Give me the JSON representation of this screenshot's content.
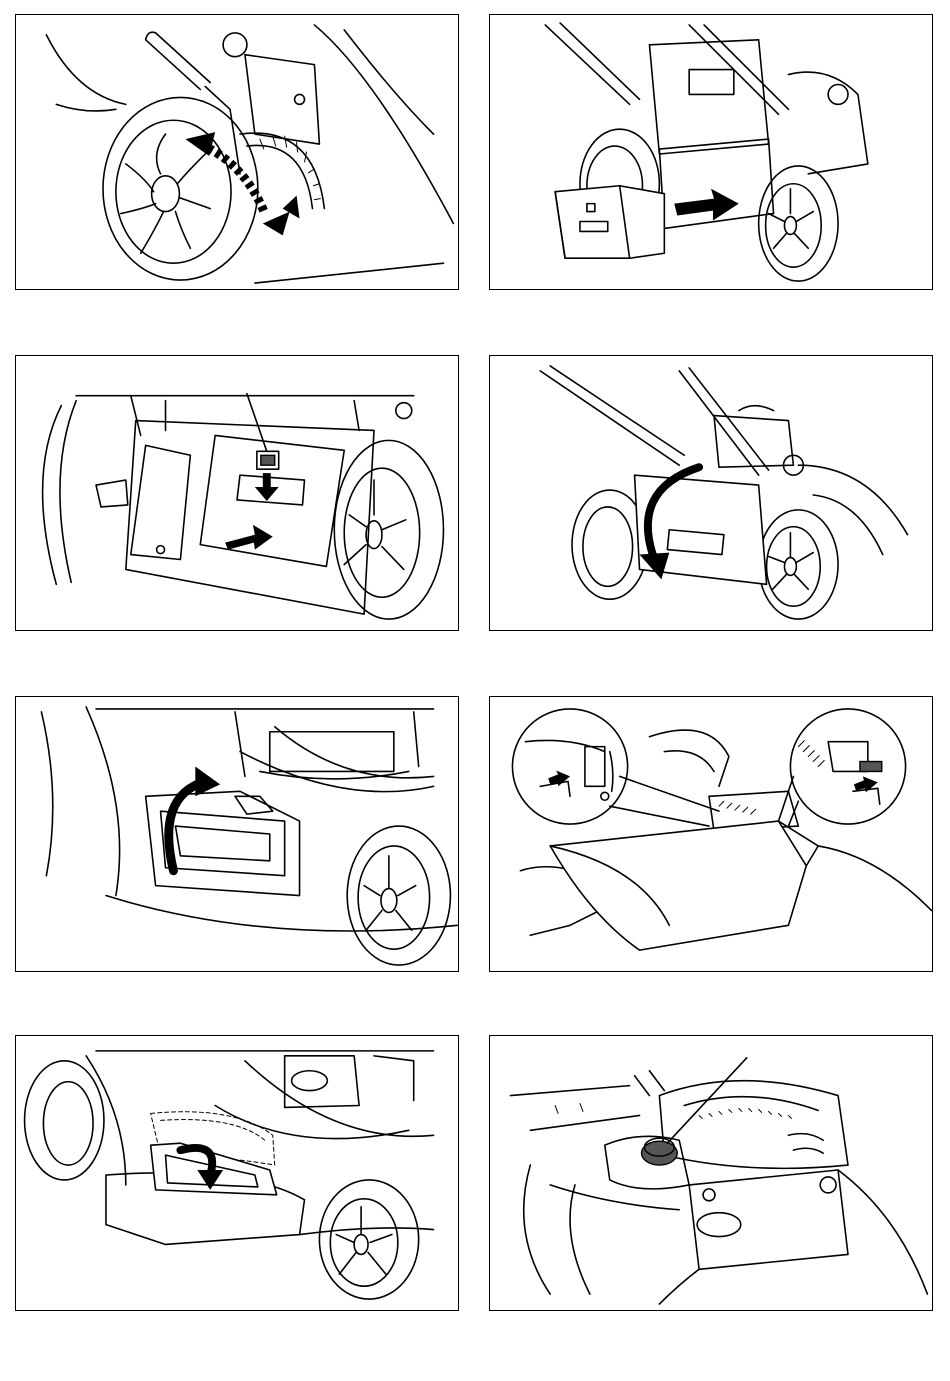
{
  "page": {
    "panels": [
      {
        "id": 1,
        "icon": "height-adjust-lever-illustration"
      },
      {
        "id": 2,
        "icon": "grass-box-insert-illustration"
      },
      {
        "id": 3,
        "icon": "grass-box-latch-illustration"
      },
      {
        "id": 4,
        "icon": "grass-box-fold-illustration"
      },
      {
        "id": 5,
        "icon": "side-flap-open-illustration"
      },
      {
        "id": 6,
        "icon": "deflector-attach-illustration"
      },
      {
        "id": 7,
        "icon": "flap-close-illustration"
      },
      {
        "id": 8,
        "icon": "fuel-cap-illustration"
      }
    ]
  }
}
